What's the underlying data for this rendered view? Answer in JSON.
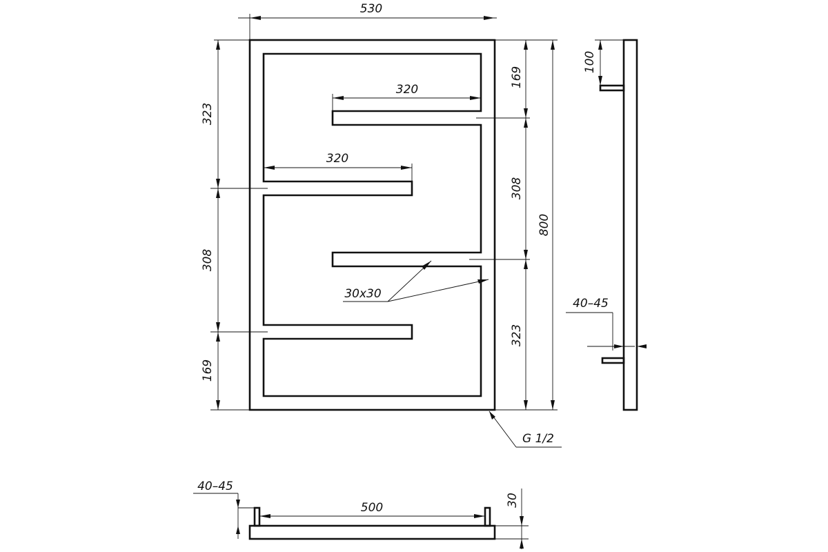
{
  "front_view": {
    "overall_width": "530",
    "overall_height": "800",
    "left_segments": [
      "323",
      "308",
      "169"
    ],
    "right_segments": [
      "169",
      "308",
      "323"
    ],
    "arm_length_upper": "320",
    "arm_length_middle": "320",
    "tube_profile": "30x30",
    "connection_thread": "G 1/2"
  },
  "side_view": {
    "mount_offset_top": "100",
    "wall_distance": "40–45"
  },
  "bottom_view": {
    "wall_distance": "40–45",
    "connection_spacing": "500",
    "tube_depth": "30"
  }
}
